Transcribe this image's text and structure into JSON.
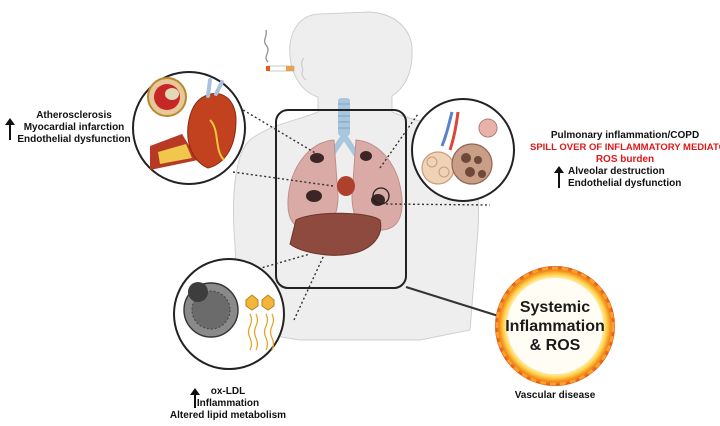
{
  "heart_effects": {
    "lines": [
      "Atherosclerosis",
      "Myocardial infarction",
      "Endothelial dysfunction"
    ]
  },
  "lung_effects": {
    "line1": "Pulmonary inflammation/COPD",
    "line2": "SPILL OVER OF INFLAMMATORY MEDIATORS",
    "line3": "ROS burden",
    "line4": "Alveolar destruction",
    "line5": "Endothelial dysfunction"
  },
  "liver_effects": {
    "lines": [
      "ox-LDL",
      "Inflammation",
      "Altered lipid metabolism"
    ]
  },
  "systemic": {
    "line1": "Systemic",
    "line2": "Inflammation",
    "line3": "& ROS",
    "caption": "Vascular disease"
  },
  "colors": {
    "red_text": "#e01818",
    "lung": "#d9aaa6",
    "liver": "#8e4a3e",
    "fire": "#f28a1c"
  },
  "icons": [
    "up-arrow-icon",
    "cigarette-icon",
    "fire-ring-icon"
  ]
}
